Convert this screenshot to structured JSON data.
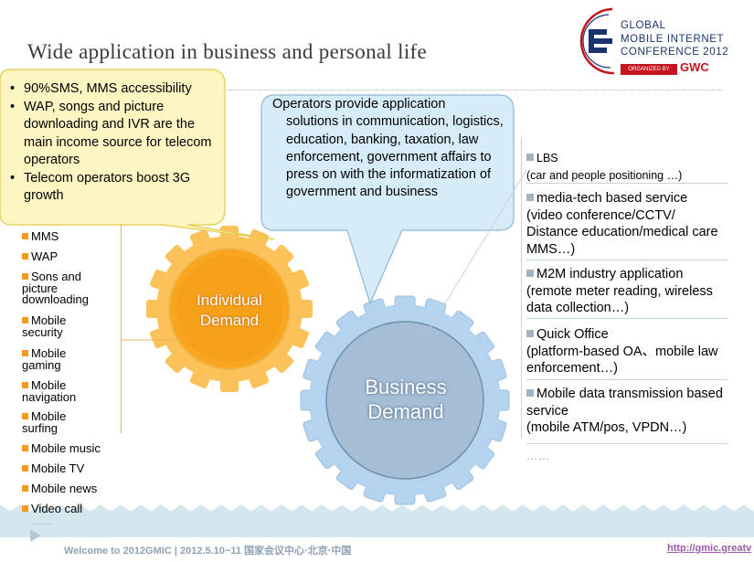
{
  "title": "Wide application in business and personal life",
  "logo": {
    "line1": "GLOBAL",
    "line2": "MOBILE INTERNET",
    "line3": "CONFERENCE 2012",
    "organized_by": "ORGANIZED BY",
    "org_name": "GWC"
  },
  "yellow_callout": {
    "items": [
      "90%SMS, MMS accessibility",
      "WAP, songs and picture downloading and IVR are the main income source for telecom operators",
      "Telecom operators boost 3G growth"
    ]
  },
  "blue_callout": {
    "first_line": "Operators provide application",
    "rest": "solutions in communication, logistics, education, banking, taxation, law enforcement, government affairs to press on with the informatization of government and business"
  },
  "gears": {
    "individual": "Individual Demand",
    "business": "Business Demand"
  },
  "individual_items": [
    "MMS",
    "WAP",
    "Sons and picture downloading",
    "Mobile security",
    "Mobile gaming",
    "Mobile navigation",
    "Mobile surfing",
    "Mobile music",
    "Mobile TV",
    "Mobile news",
    "Video call"
  ],
  "business_items": [
    {
      "title": "LBS",
      "detail": "(car and people positioning …)"
    },
    {
      "title": "media-tech based service",
      "detail": "(video conference/CCTV/ Distance education/medical care MMS…)"
    },
    {
      "title": "M2M industry application",
      "detail": "(remote meter reading, wireless data collection…)"
    },
    {
      "title": "Quick Office",
      "detail": "(platform-based OA、mobile law enforcement…)"
    },
    {
      "title": "Mobile data transmission based service",
      "detail": "(mobile ATM/pos, VPDN…)"
    }
  ],
  "business_more": "……",
  "footer": {
    "text": "Welcome to 2012GMIC | 2012.5.10~11 国家会议中心·北京·中国",
    "link": "http://gmic.greatv",
    "dots": "……"
  },
  "colors": {
    "yellow_fill": "#fdf6c3",
    "yellow_border": "#e8c84a",
    "blue_fill": "#d6ecf8",
    "blue_border": "#8fb5d6",
    "gear_orange": "#f7a21e",
    "gear_blue": "#b9d4ec",
    "bullet_orange": "#f39a21",
    "bullet_blue": "#a0b4c4"
  }
}
